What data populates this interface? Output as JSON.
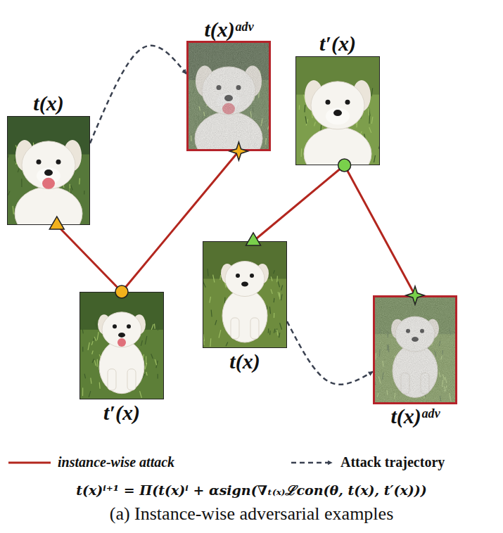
{
  "diagram": {
    "caption": "(a) Instance-wise adversarial examples",
    "nodes": [
      {
        "text": [
          "t(x)ᵃᵈᵛ"
        ]
      },
      {
        "text": [
          "t′(x)"
        ]
      },
      {
        "text": [
          "t(x)"
        ]
      },
      {
        "text": [
          "t(x)"
        ]
      },
      {
        "text": [
          "t′(x)"
        ]
      },
      {
        "text": [
          "t(x)ᵃᵈᵛ"
        ]
      }
    ],
    "edges": [
      {
        "from": 4,
        "to": 2,
        "arrow": "none"
      },
      {
        "from": 4,
        "to": 0,
        "arrow": "none"
      },
      {
        "from": 1,
        "to": 3,
        "arrow": "none"
      },
      {
        "from": 1,
        "to": 5,
        "arrow": "none"
      },
      {
        "from": 2,
        "to": 0,
        "arrow": "to"
      },
      {
        "from": 3,
        "to": 5,
        "arrow": "to"
      }
    ],
    "labels": [
      "t(x)ⁱ⁺¹ = Π(t(x)ⁱ + αsign(∇ₜ₍ₓ₎ℒcon(θ, t(x), t′(x)))"
    ],
    "legend": [
      {
        "text": "instance-wise attack"
      },
      {
        "text": "Attack trajectory"
      }
    ]
  }
}
